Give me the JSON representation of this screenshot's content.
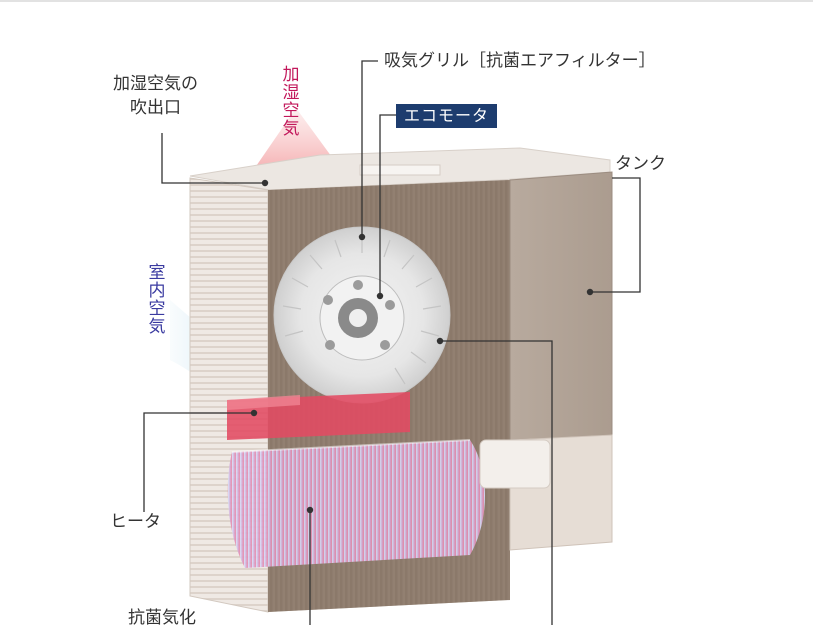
{
  "labels": {
    "outlet": [
      "加湿空気の",
      "吹出口"
    ],
    "humid_air": "加湿空気",
    "intake": "吸気グリル［抗菌エアフィルター］",
    "eco_motor": "エコモータ",
    "tank": "タンク",
    "room_air": "室内空気",
    "heater": "ヒータ",
    "filter_partial": "抗菌気化"
  },
  "colors": {
    "humid_air": "#c2185b",
    "room_air": "#3a3aa0",
    "eco_motor_bg": "#1d3c6e",
    "leader": "#333333",
    "tank": "#b5a79b",
    "casing": "#e9e3de"
  }
}
